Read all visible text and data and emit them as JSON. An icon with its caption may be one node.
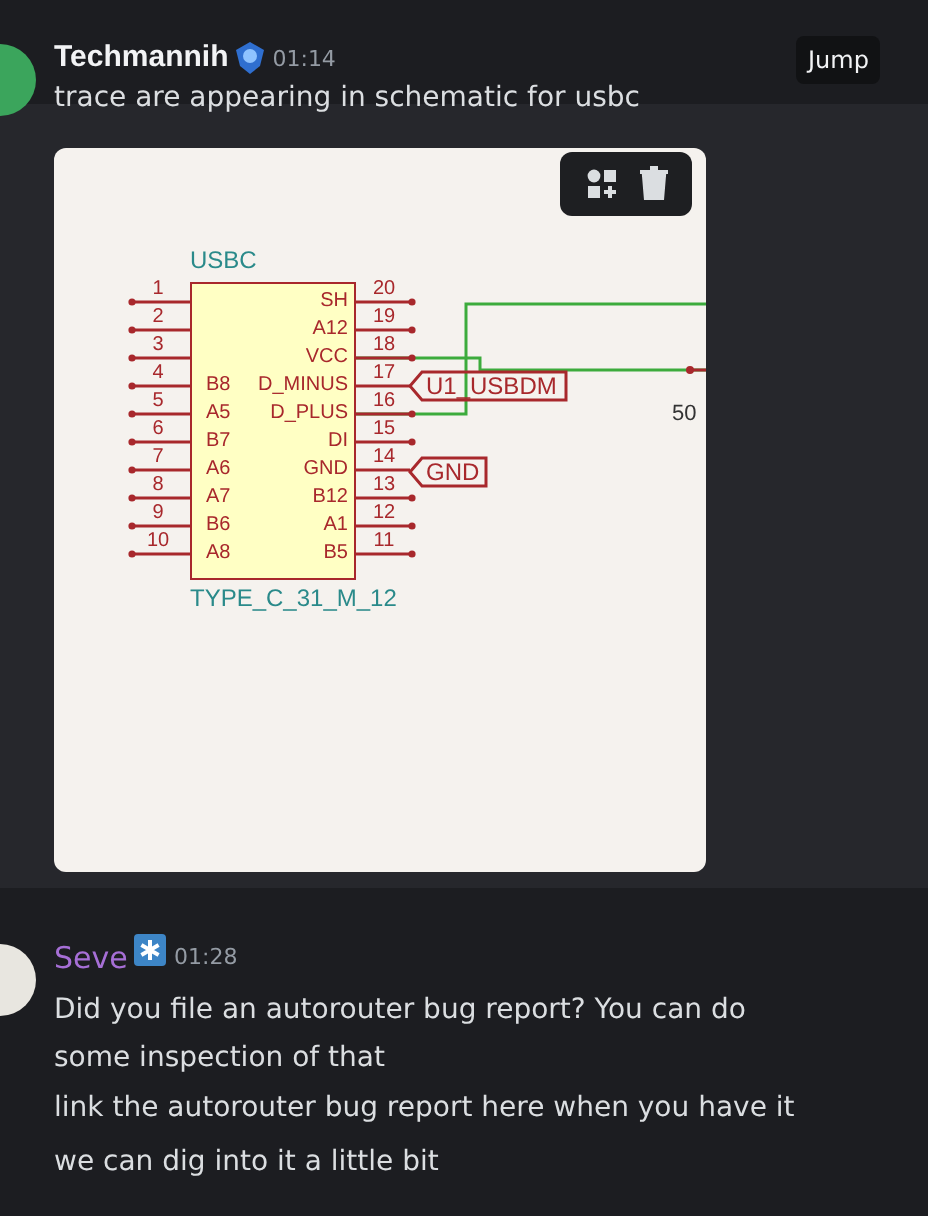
{
  "diagram": {
    "nodes": [
      {
        "text": [
          "USBC",
          "TYPE_C_31_M_12"
        ]
      },
      {
        "text": [
          "U1_USBDM"
        ]
      },
      {
        "text": [
          "GND"
        ]
      }
    ],
    "edges": [
      {
        "from": 0,
        "to": 1,
        "arrow": "none"
      },
      {
        "from": 0,
        "to": 2,
        "arrow": "none"
      },
      {
        "from": 0,
        "to": null,
        "arrow": "none",
        "color": "#3cab3c"
      },
      {
        "from": 0,
        "to": null,
        "arrow": "none",
        "color": "#3cab3c"
      }
    ],
    "labels": [
      "Techmannih",
      "01:14",
      "Jump",
      "trace are appearing in schematic for usbc",
      "1",
      "SH",
      "20",
      "2",
      "A12",
      "19",
      "3",
      "VCC",
      "18",
      "4",
      "B8",
      "D_MINUS",
      "17",
      "5",
      "A5",
      "D_PLUS",
      "16",
      "6",
      "B7",
      "DI",
      "15",
      "7",
      "A6",
      "GND",
      "14",
      "8",
      "A7",
      "B12",
      "13",
      "9",
      "B6",
      "A1",
      "12",
      "10",
      "A8",
      "B5",
      "11",
      "50",
      "Seve",
      "01:28",
      "Did you file an autorouter bug report? You can do some inspection of that",
      "link the autorouter bug report here when you have it",
      "we can dig into it a little bit"
    ]
  }
}
